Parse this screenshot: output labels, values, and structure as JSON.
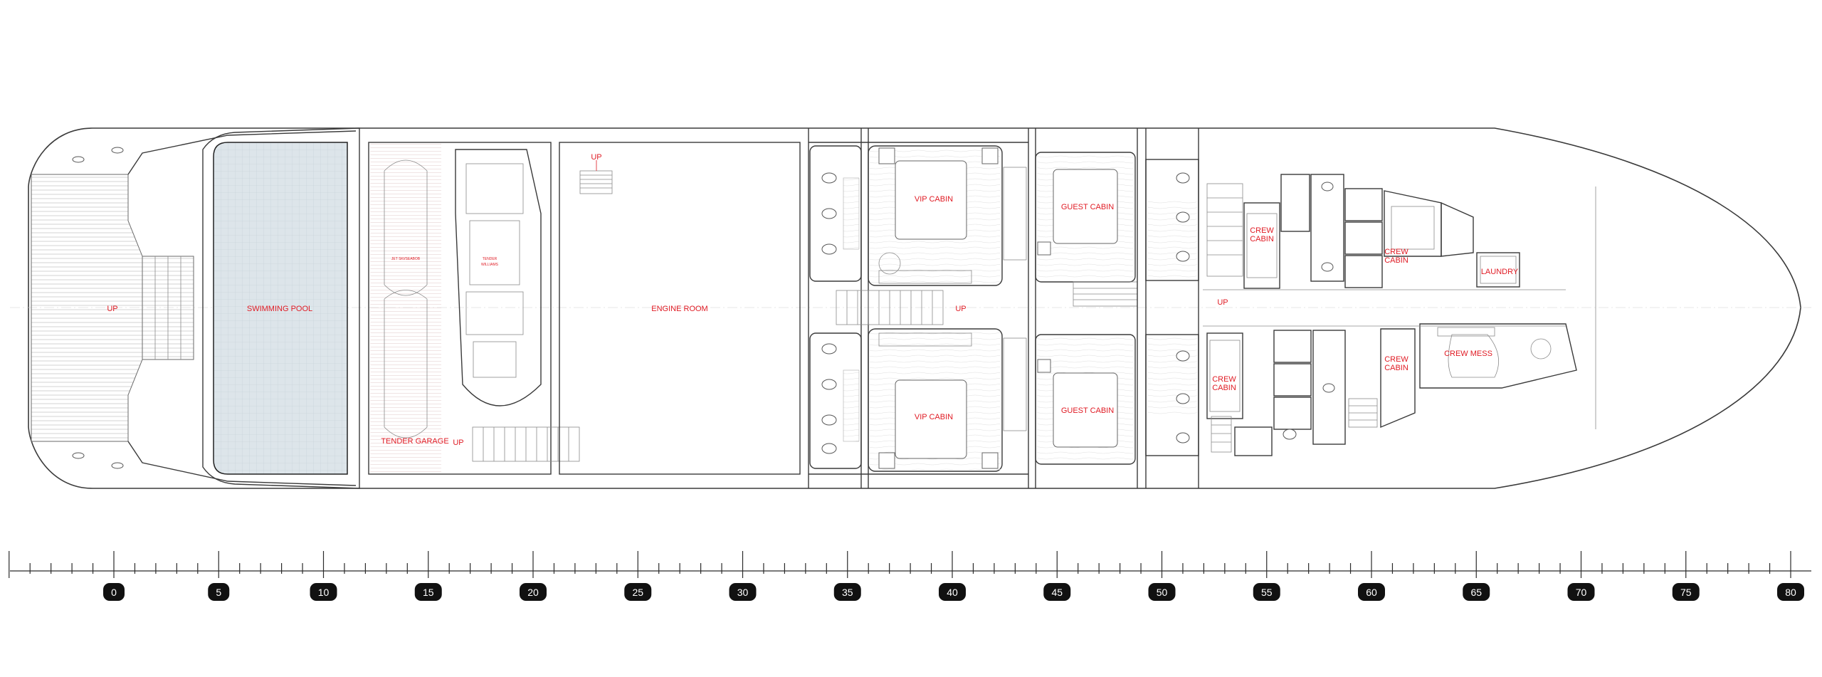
{
  "labels": {
    "up_aft": "UP",
    "swimming_pool": "SWIMMING POOL",
    "engine_room": "ENGINE ROOM",
    "up_engine": "UP",
    "tender_garage": "TENDER GARAGE",
    "up_garage": "UP",
    "vip_cabin_top": "VIP CABIN",
    "vip_cabin_bottom": "VIP CABIN",
    "guest_cabin_top": "GUEST CABIN",
    "guest_cabin_bottom": "GUEST CABIN",
    "up_corridor": "UP",
    "up_crew": "UP",
    "crew_cabin_1": [
      "CREW",
      "CABIN"
    ],
    "crew_cabin_2": [
      "CREW",
      "CABIN"
    ],
    "crew_cabin_3": [
      "CREW",
      "CABIN"
    ],
    "crew_cabin_4": [
      "CREW",
      "CABIN"
    ],
    "crew_mess": "CREW MESS",
    "laundry": "LAUNDRY",
    "jet_ski": "JET SKI/SEABOB",
    "tender": [
      "TENDER",
      "WILLIAMS"
    ]
  },
  "scale": {
    "label_values": [
      0,
      5,
      10,
      15,
      20,
      25,
      30,
      35,
      40,
      45,
      50,
      55,
      60,
      65,
      70,
      75,
      80
    ],
    "min": -5,
    "max": 80,
    "minor_step": 1
  },
  "colors": {
    "label": "#e01b24",
    "line": "#3a3a3a",
    "pool": "#dde5ea",
    "pill": "#111111"
  }
}
